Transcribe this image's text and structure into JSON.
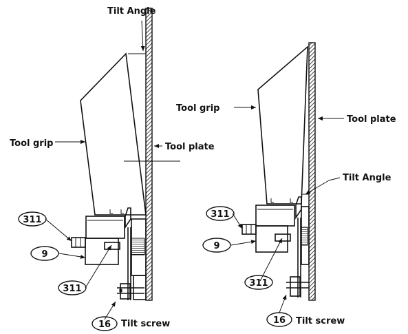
{
  "labels": {
    "tilt_angle": "Tilt Angle",
    "tool_grip": "Tool grip",
    "tool_plate": "Tool plate",
    "tilt_screw": "Tilt screw"
  },
  "callouts": {
    "c311": "311",
    "c9": "9",
    "c16": "16"
  }
}
